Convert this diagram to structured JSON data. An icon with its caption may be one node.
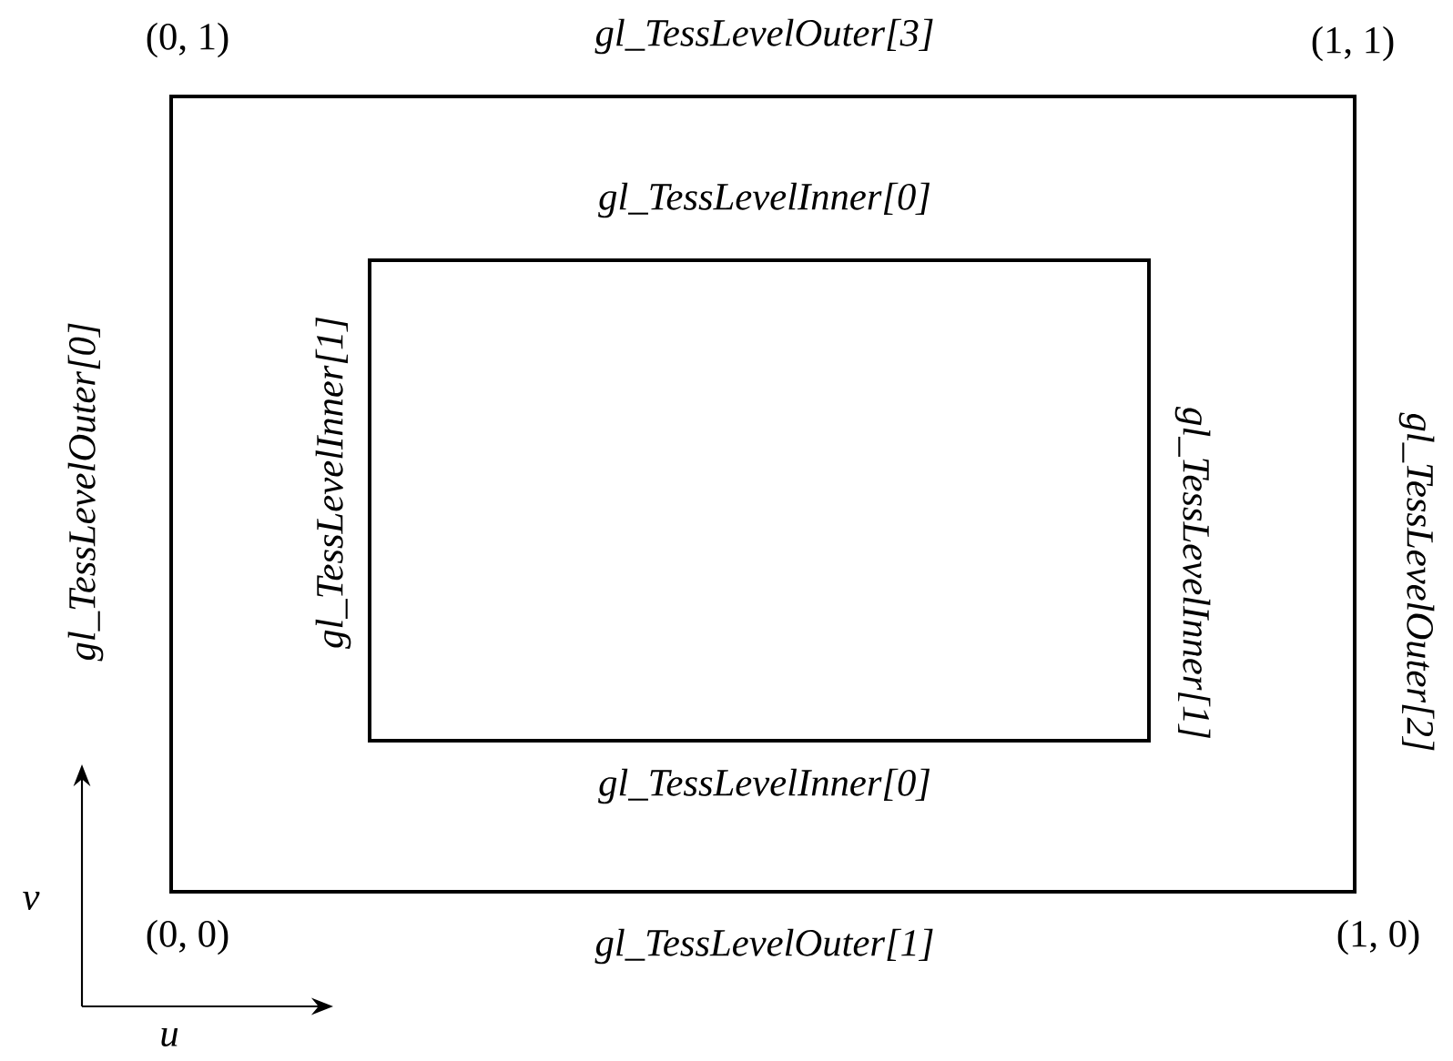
{
  "diagram": {
    "nodes": [
      {
        "text": [],
        "shape": "box",
        "beside": [
          "(0, 1)",
          "gl_TessLevelOuter[3]",
          "(1, 1)",
          "gl_TessLevelOuter[0]",
          "gl_TessLevelOuter[2]",
          "(0, 0)",
          "gl_TessLevelOuter[1]",
          "(1, 0)"
        ]
      },
      {
        "text": [],
        "shape": "box",
        "in": 0,
        "beside": [
          "gl_TessLevelInner[0]",
          "gl_TessLevelInner[1]",
          "gl_TessLevelInner[1]",
          "gl_TessLevelInner[0]"
        ]
      }
    ],
    "labels": [
      "v",
      "u"
    ]
  }
}
